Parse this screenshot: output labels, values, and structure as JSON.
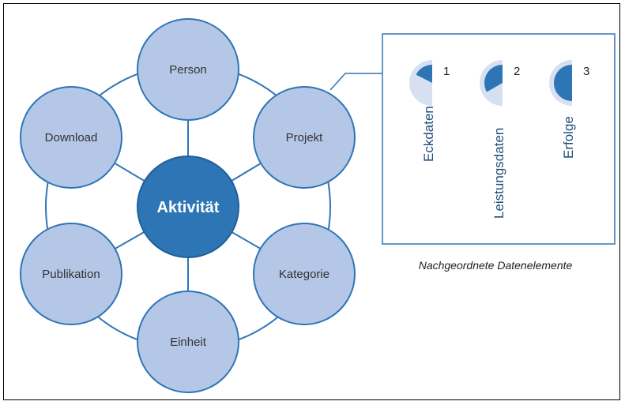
{
  "diagram": {
    "center": {
      "label": "Aktivität",
      "fill": "#2e75b6"
    },
    "nodes": [
      {
        "id": "person",
        "label": "Person"
      },
      {
        "id": "projekt",
        "label": "Projekt"
      },
      {
        "id": "kategorie",
        "label": "Kategorie"
      },
      {
        "id": "einheit",
        "label": "Einheit"
      },
      {
        "id": "publikation",
        "label": "Publikation"
      },
      {
        "id": "download",
        "label": "Download"
      }
    ],
    "node_fill": "#b4c7e7",
    "node_stroke": "#2e75b6"
  },
  "subelements": {
    "caption": "Nachgeordnete Datenelemente",
    "items": [
      {
        "number": "1",
        "label": "Eckdaten",
        "level": 0.25
      },
      {
        "number": "2",
        "label": "Leistungsdaten",
        "level": 0.6
      },
      {
        "number": "3",
        "label": "Erfolge",
        "level": 1.0
      }
    ]
  }
}
